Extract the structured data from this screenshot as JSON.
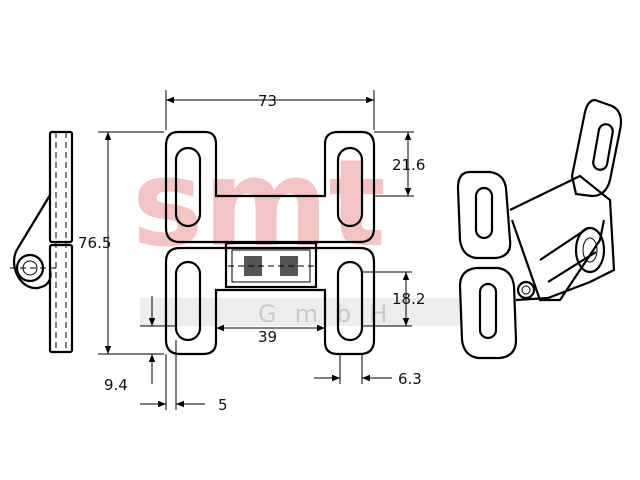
{
  "watermark": {
    "main": "smt",
    "sub": "GmbH",
    "color": "#f3c4c4"
  },
  "dimensions": {
    "width_total": "73",
    "height_total": "76.5",
    "slot_offset": "21.6",
    "slot_length": "18.2",
    "center_span": "39",
    "edge_offset": "9.4",
    "slot_width": "6.3",
    "slot_inset": "5"
  },
  "views": [
    "side-view",
    "front-view",
    "iso-view"
  ]
}
